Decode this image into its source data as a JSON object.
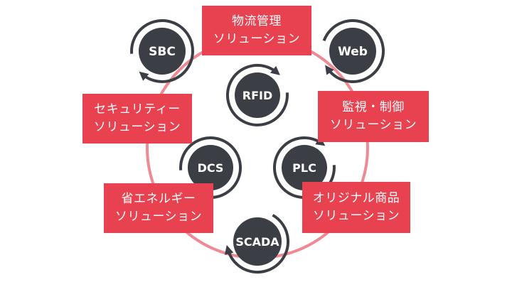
{
  "colors": {
    "ring": "#ef8a94",
    "box_fill": "#e8414f",
    "box_text": "#ffffff",
    "node_fill": "#3b3f45",
    "node_text": "#ffffff",
    "arrow": "#3b3f45"
  },
  "nodes": [
    {
      "id": "sbc",
      "label": "SBC",
      "icon": "cycle-arrow-icon"
    },
    {
      "id": "web",
      "label": "Web",
      "icon": "cycle-arrow-icon"
    },
    {
      "id": "rfid",
      "label": "RFID",
      "icon": "cycle-arrow-icon"
    },
    {
      "id": "dcs",
      "label": "DCS",
      "icon": "cycle-arrow-icon"
    },
    {
      "id": "plc",
      "label": "PLC",
      "icon": "cycle-arrow-icon"
    },
    {
      "id": "scada",
      "label": "SCADA",
      "icon": "cycle-arrow-icon"
    }
  ],
  "solutions": [
    {
      "id": "logistics",
      "line1": "物流管理",
      "line2": "ソリューション"
    },
    {
      "id": "monitoring",
      "line1": "監視・制御",
      "line2": "ソリューション"
    },
    {
      "id": "security",
      "line1": "セキュリティー",
      "line2": "ソリューション"
    },
    {
      "id": "energy",
      "line1": "省エネルギー",
      "line2": "ソリューション"
    },
    {
      "id": "original",
      "line1": "オリジナル商品",
      "line2": "ソリューション"
    }
  ]
}
